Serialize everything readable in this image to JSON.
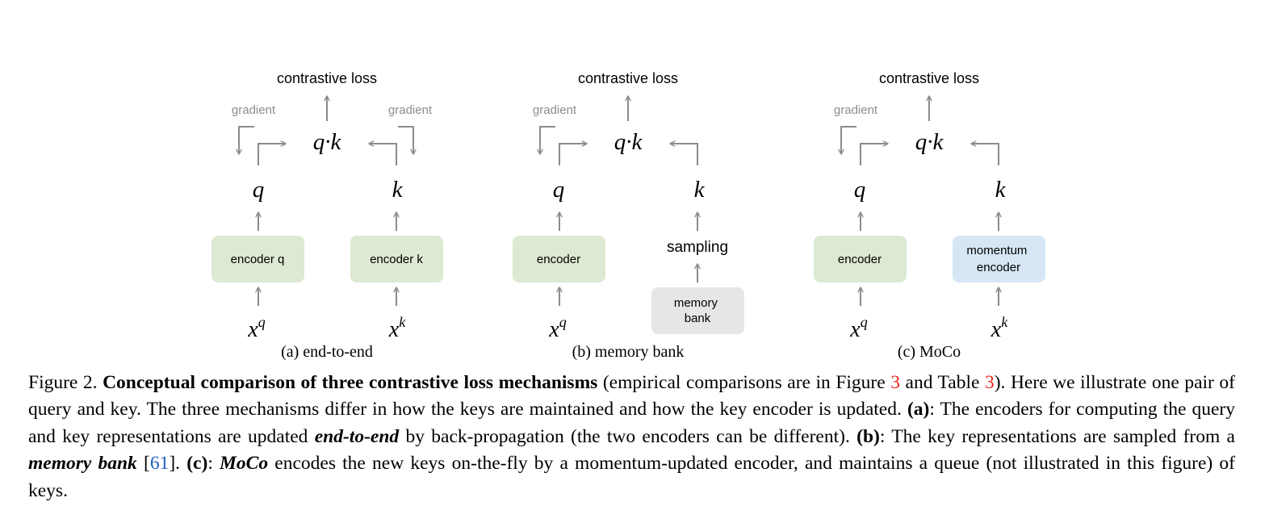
{
  "panels": [
    {
      "id": "a",
      "loss_label": "contrastive loss",
      "product_label": "q·k",
      "gradient_left": "gradient",
      "gradient_right": "gradient",
      "query_symbol": "q",
      "key_symbol": "k",
      "left_box": "encoder q",
      "right_box": "encoder k",
      "input_q": "x",
      "input_q_sup": "q",
      "input_k": "x",
      "input_k_sup": "k",
      "sublabel": "(a) end-to-end"
    },
    {
      "id": "b",
      "loss_label": "contrastive loss",
      "product_label": "q·k",
      "gradient_left": "gradient",
      "query_symbol": "q",
      "key_symbol": "k",
      "left_box": "encoder",
      "sampling_label": "sampling",
      "bank_box": [
        "memory",
        "bank"
      ],
      "input_q": "x",
      "input_q_sup": "q",
      "sublabel": "(b) memory bank"
    },
    {
      "id": "c",
      "loss_label": "contrastive loss",
      "product_label": "q·k",
      "gradient_left": "gradient",
      "query_symbol": "q",
      "key_symbol": "k",
      "left_box": "encoder",
      "right_box": [
        "momentum",
        "encoder"
      ],
      "input_q": "x",
      "input_q_sup": "q",
      "input_k": "x",
      "input_k_sup": "k",
      "sublabel": "(c) MoCo"
    }
  ],
  "colors": {
    "encoder_box": "#dde9d2",
    "momentum_box": "#d6e6f4",
    "bank_box": "#e6e6e6",
    "arrow": "#8c8c8c",
    "gradient_text": "#8c8c8c",
    "ref": "#e8261e",
    "cite": "#1f5fbf"
  },
  "caption": {
    "figure_label": "Figure 2.",
    "bold_title": "Conceptual comparison of three contrastive loss mechanisms",
    "t1": " (empirical comparisons are in Figure ",
    "ref1": "3",
    "t2": " and Table ",
    "ref2": "3",
    "t3": "). Here we illustrate one pair of query and key. The three mechanisms differ in how the keys are maintained and how the key encoder is updated. ",
    "a_label": "(a)",
    "t4": ": The encoders for computing the query and key representations are updated ",
    "a_term": "end-to-end",
    "t5": " by back-propagation (the two encoders can be different). ",
    "b_label": "(b)",
    "t6": ": The key representations are sampled from a ",
    "b_term": "memory bank",
    "t7": " [",
    "cite": "61",
    "t8": "]. ",
    "c_label": "(c)",
    "t9": ": ",
    "c_term": "MoCo",
    "t10": " encodes the new keys on-the-fly by a momentum-updated encoder, and maintains a queue (not illustrated in this figure) of keys."
  }
}
